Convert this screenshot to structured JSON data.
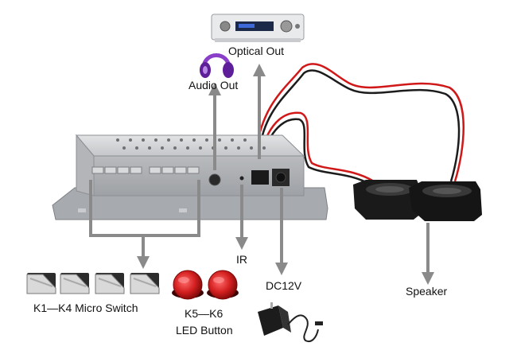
{
  "labels": {
    "optical_out": "Optical Out",
    "audio_out": "Audio Out",
    "ir": "IR",
    "dc12v": "DC12V",
    "speaker": "Speaker",
    "micro_switch": "K1—K4 Micro Switch",
    "led_button_range": "K5—K6",
    "led_button": "LED Button"
  },
  "colors": {
    "arrow": "#8a8a8a",
    "box": "#b5b7ba",
    "cable_red": "#d01818",
    "button_red": "#d42020"
  },
  "icons": [
    "amplifier-icon",
    "headphones-icon",
    "speaker-icon",
    "micro-switch-icon",
    "led-button-icon",
    "power-adapter-icon"
  ]
}
